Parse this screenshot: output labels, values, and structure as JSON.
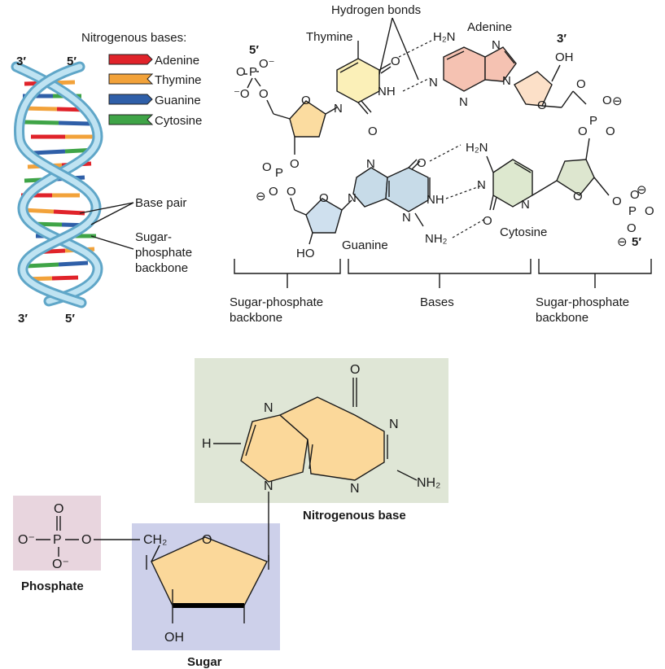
{
  "helix": {
    "end_top_left": "3′",
    "end_top_right": "5′",
    "end_bottom_left": "3′",
    "end_bottom_right": "5′",
    "base_pair_label": "Base pair",
    "backbone_label": [
      "Sugar-",
      "phosphate",
      "backbone"
    ]
  },
  "legend": {
    "title": "Nitrogenous bases:",
    "items": [
      {
        "name": "Adenine",
        "color": "#e0232a"
      },
      {
        "name": "Thymine",
        "color": "#f2a23a"
      },
      {
        "name": "Guanine",
        "color": "#2f5fa8"
      },
      {
        "name": "Cytosine",
        "color": "#3fa447"
      }
    ]
  },
  "structure": {
    "hydrogen_bonds_label": "Hydrogen bonds",
    "thymine": "Thymine",
    "adenine": "Adenine",
    "guanine": "Guanine",
    "cytosine": "Cytosine",
    "end_5_left": "5′",
    "end_3_right": "3′",
    "end_5_right": "5′",
    "atoms": {
      "N": "N",
      "O": "O",
      "P": "P",
      "NH": "NH",
      "H2N": "H₂N",
      "NH2": "NH₂",
      "OH": "OH",
      "HO": "HO",
      "O_minus": "O⁻",
      "minus_O": "⁻O",
      "minus": "⊖"
    },
    "sections": {
      "left_backbone": [
        "Sugar-phosphate",
        "backbone"
      ],
      "bases": "Bases",
      "right_backbone": [
        "Sugar-phosphate",
        "backbone"
      ]
    },
    "colors": {
      "thymine_fill": "#fbf0b8",
      "adenine_fill": "#f5c2b2",
      "guanine_fill": "#c7dbe8",
      "cytosine_fill": "#dde8cf",
      "sugar_left_fill": "#fbdca0",
      "sugar_right_fill": "#fce0c8",
      "sugar_mid_fill": "#cfe0ee",
      "sugar_r2_fill": "#dde6cf"
    }
  },
  "nucleotide": {
    "phosphate_label": "Phosphate",
    "sugar_label": "Sugar",
    "base_label": "Nitrogenous base",
    "atoms": {
      "O": "O",
      "P": "P",
      "N": "N",
      "H": "H",
      "NH2": "NH₂",
      "O_minus": "O⁻",
      "CH2": "CH₂",
      "OH": "OH",
      "minus_O": "O⁻"
    },
    "colors": {
      "phosphate_box": "#e8d5de",
      "sugar_box": "#cdd0ea",
      "base_box": "#dfe6d6",
      "ring_fill": "#fbd89a"
    }
  }
}
